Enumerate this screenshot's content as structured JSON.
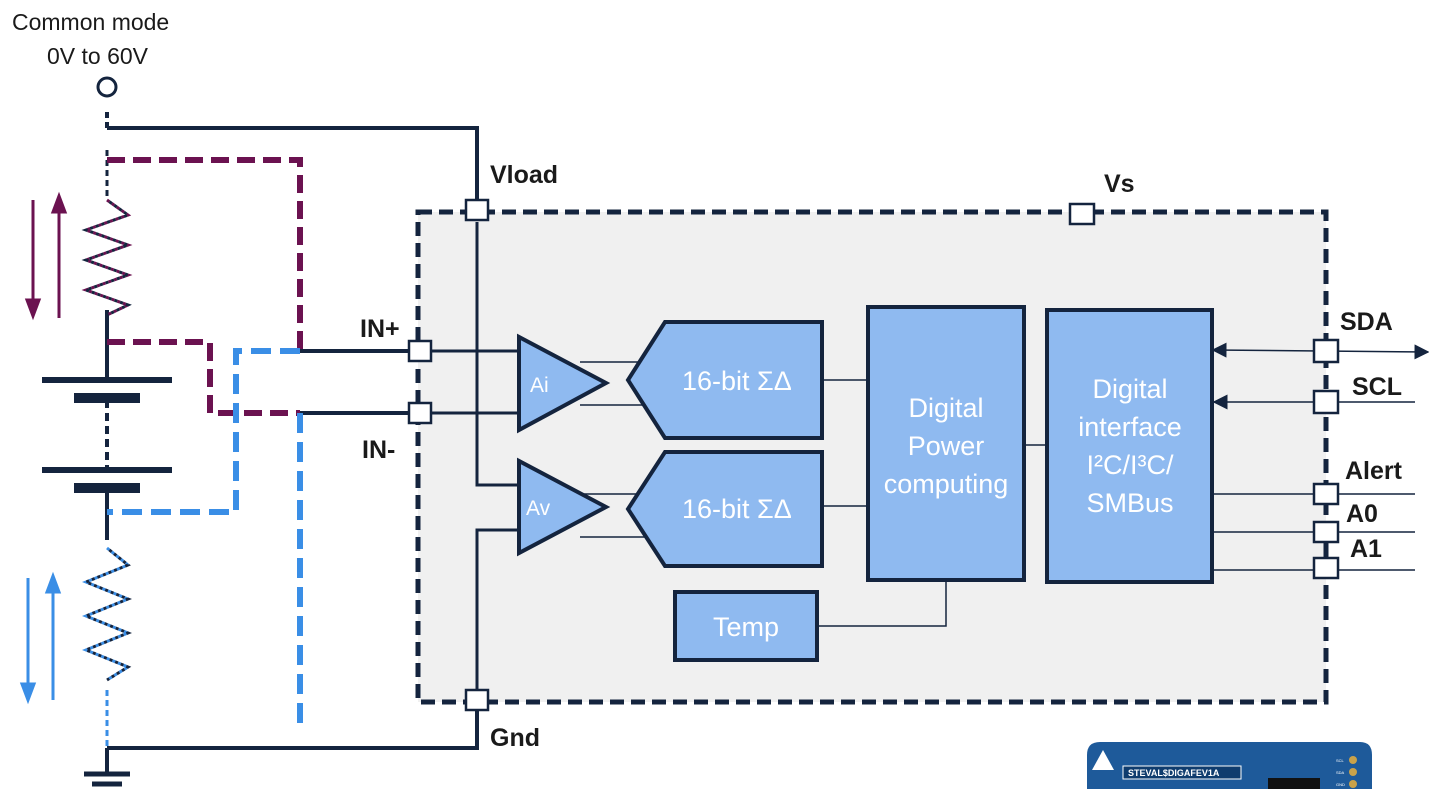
{
  "common_mode": {
    "line1": "Common mode",
    "line2": "0V to 60V"
  },
  "pins": {
    "vload": "Vload",
    "vs": "Vs",
    "in_plus": "IN+",
    "in_minus": "IN-",
    "gnd": "Gnd",
    "sda": "SDA",
    "scl": "SCL",
    "alert": "Alert",
    "a0": "A0",
    "a1": "A1"
  },
  "blocks": {
    "amp_i": "Ai",
    "amp_v": "Av",
    "adc_1": "16-bit ΣΔ",
    "adc_2": "16-bit ΣΔ",
    "digital_power": [
      "Digital",
      "Power",
      "computing"
    ],
    "digital_interface": [
      "Digital",
      "interface",
      "I²C/I³C/",
      "SMBus"
    ],
    "temp": "Temp"
  },
  "board": {
    "label": "STEVAL$DIGAFEV1A",
    "pins": [
      "SCL",
      "SDA",
      "GND"
    ]
  },
  "colors": {
    "wire": "#14243e",
    "block_fill": "#8fbaf0",
    "chip_fill": "#f0f0f0",
    "purple_path": "#6b1250",
    "blue_path": "#3a8ee6",
    "board": "#1e5a9a"
  }
}
